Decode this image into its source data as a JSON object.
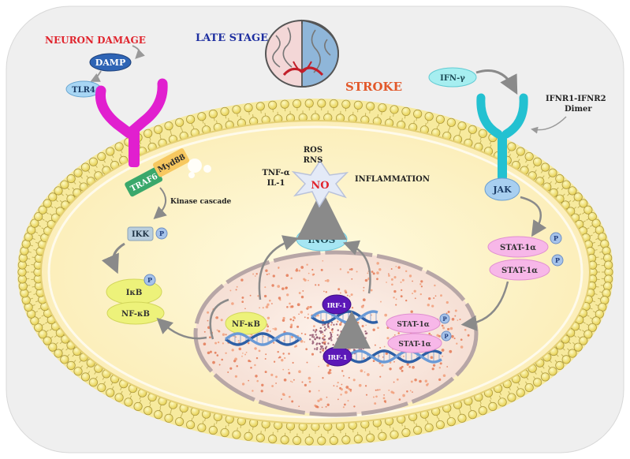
{
  "title_left": "NEURON DAMAGE",
  "title_stage": "LATE STAGE",
  "title_stroke": "STROKE",
  "receptors": {
    "damp": "DAMP",
    "tlr4": "TLR4",
    "traf6": "TRAF6",
    "myd88": "Myd88",
    "ifn": "IFN-γ",
    "ifnr": "IFNR1-IFNR2",
    "ifnr_dimer": "Dimer",
    "jak": "JAK"
  },
  "pathway": {
    "kinase": "Kinase cascade",
    "ikk": "IKK",
    "p": "P",
    "ikb": "IκB",
    "nfkb": "NF-κB",
    "stat": "STAT-1α",
    "inos": "iNOS",
    "irf": "IRF-1",
    "no": "NO",
    "ros": "ROS",
    "rns": "RNS",
    "tnf": "TNF-α",
    "il1": "IL-1",
    "inflammation": "INFLAMMATION"
  },
  "colors": {
    "cell_bg": "#fdf1c6",
    "membrane": "#f3e277",
    "receptor_left": "#e11fcf",
    "receptor_right": "#23c1d1",
    "stat": "#f7b7e8",
    "irf": "#5b18b8",
    "inos": "#a6e6f3",
    "dna": "#2d5fa6"
  }
}
